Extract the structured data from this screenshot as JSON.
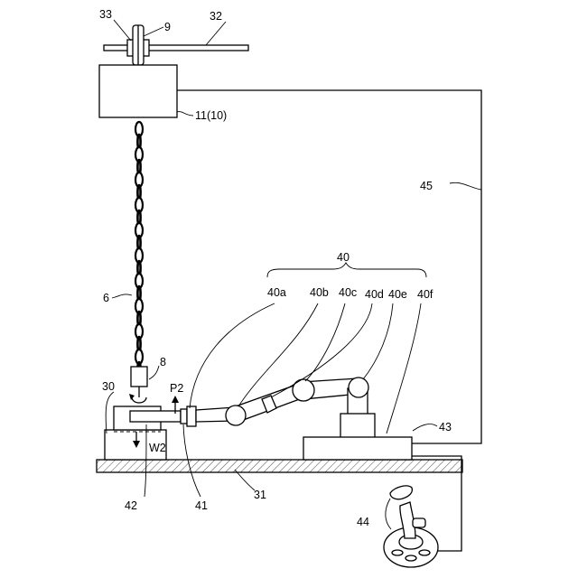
{
  "labels": {
    "l33": "33",
    "l9": "9",
    "l32": "32",
    "l11": "11(10)",
    "l45": "45",
    "l40": "40",
    "l40a": "40a",
    "l40b": "40b",
    "l40c": "40c",
    "l40d": "40d",
    "l40e": "40e",
    "l40f": "40f",
    "l6": "6",
    "l8": "8",
    "l30": "30",
    "lP2": "P2",
    "lW2": "W2",
    "l43": "43",
    "l42": "42",
    "l41": "41",
    "l31": "31",
    "l44": "44"
  }
}
